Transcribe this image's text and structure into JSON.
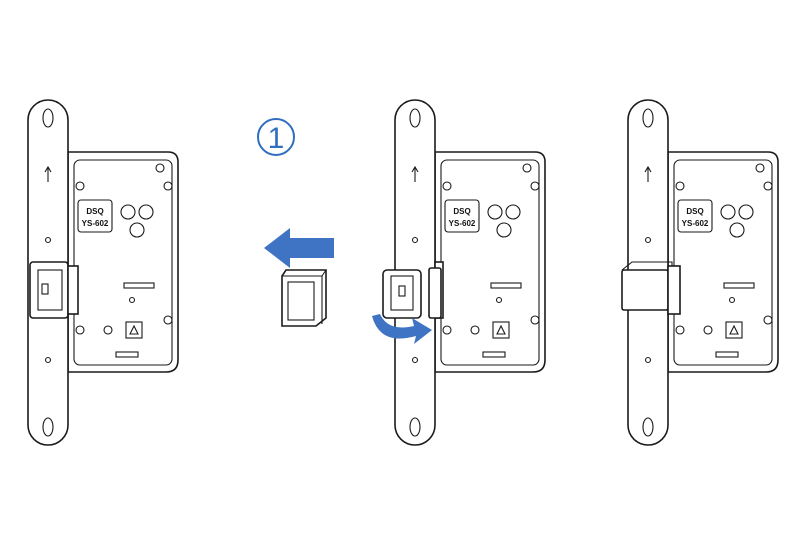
{
  "step": {
    "number": "1"
  },
  "lock_label": {
    "line1": "DSQ",
    "line2": "YS-602"
  },
  "colors": {
    "arrow": "#3f74c4",
    "step": "#2f6fc0",
    "line": "#1a1a1a"
  }
}
